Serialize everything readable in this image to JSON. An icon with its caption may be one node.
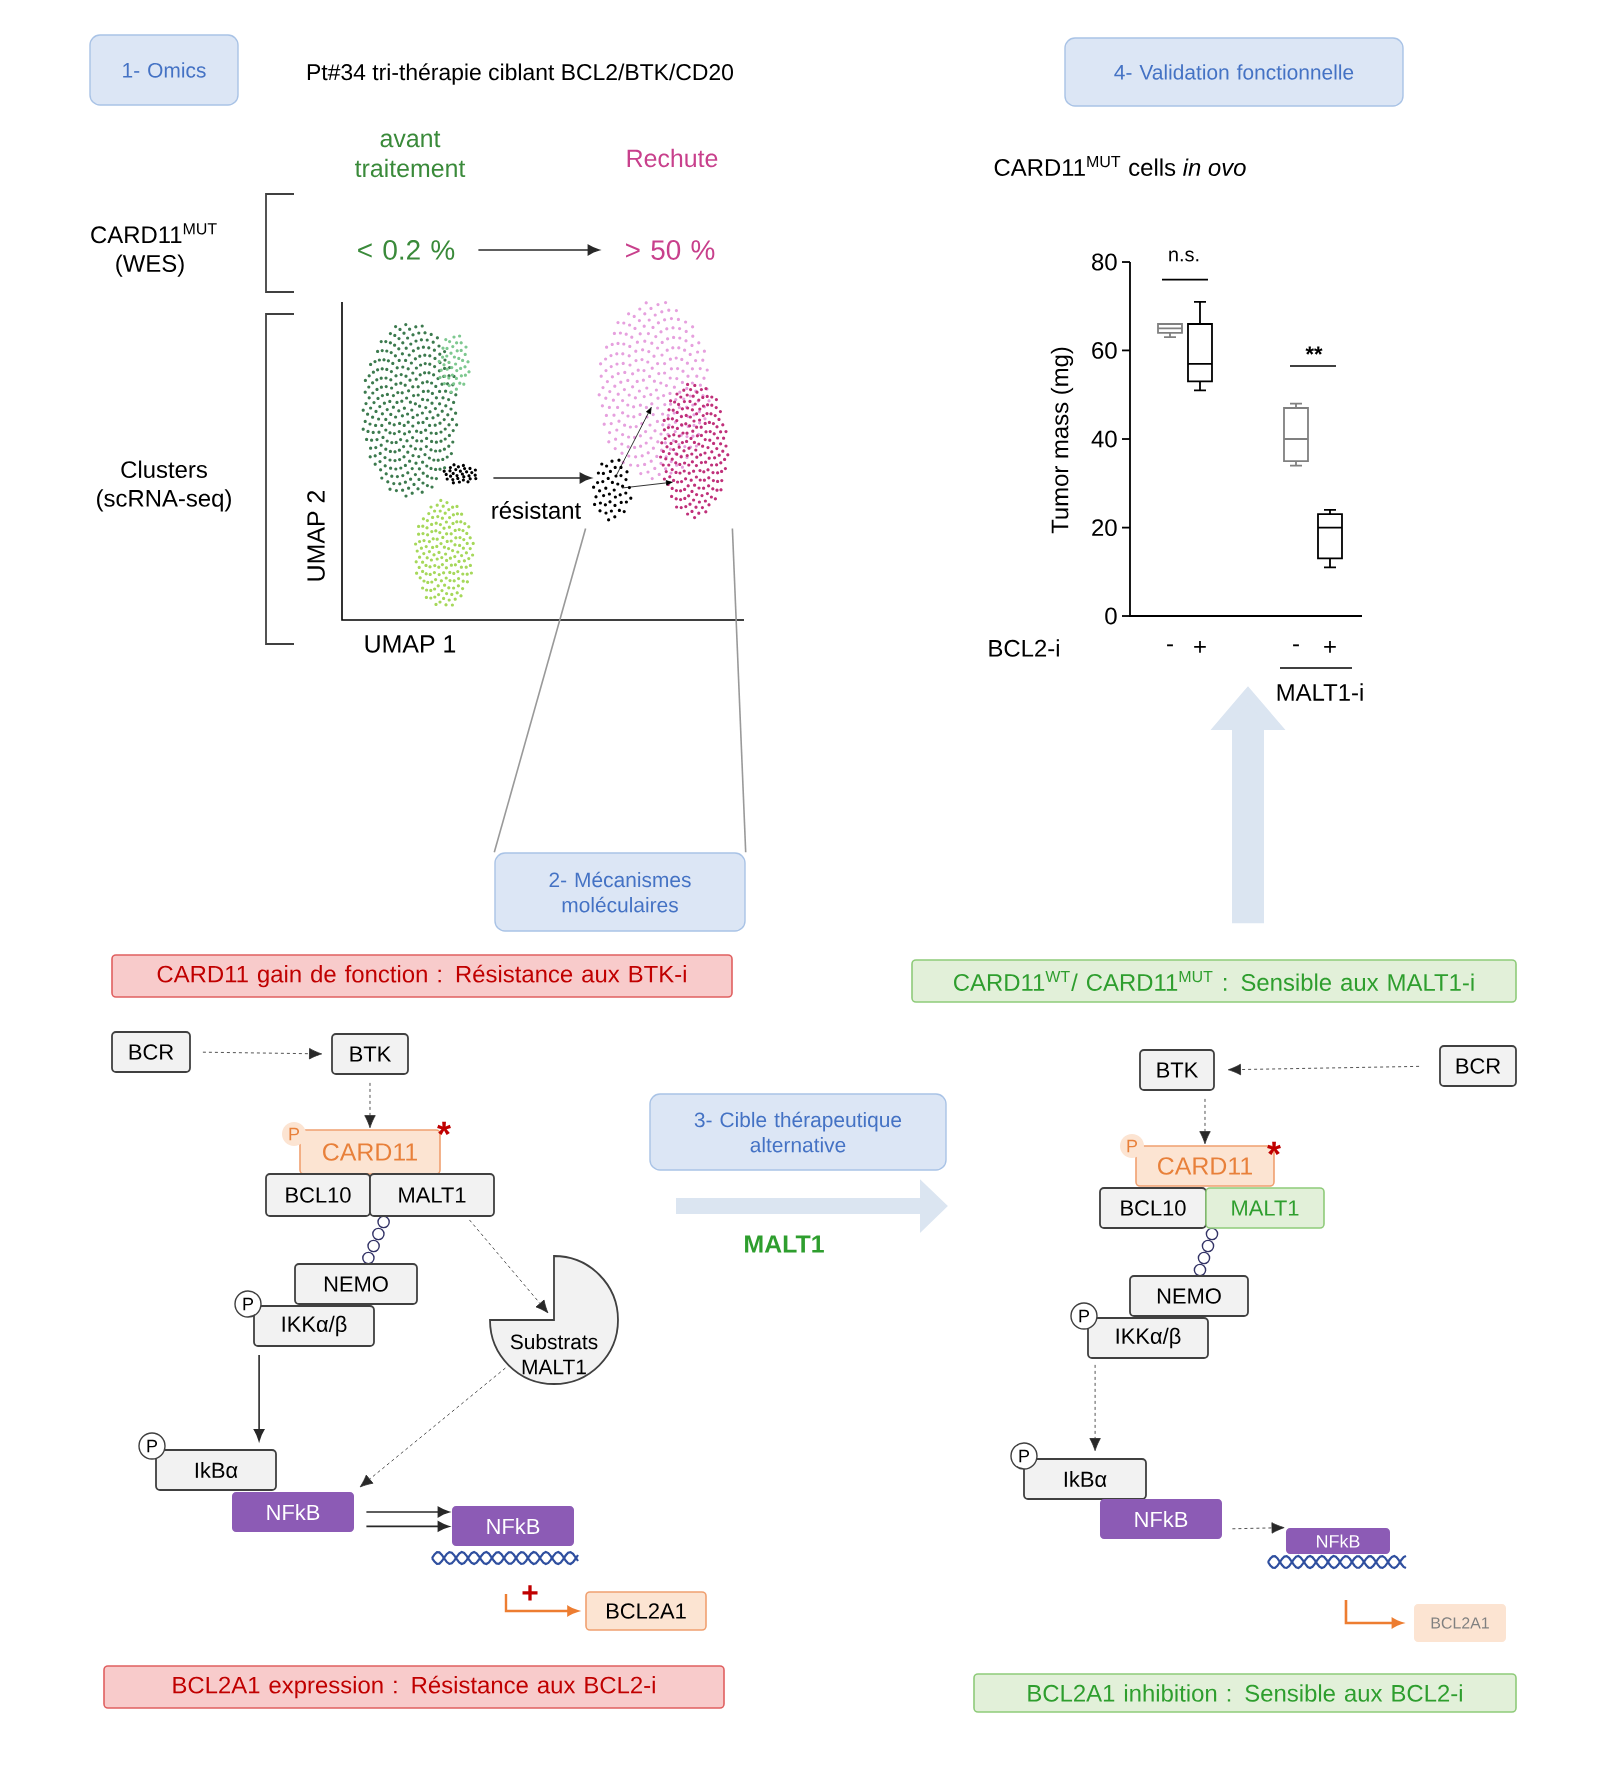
{
  "diagram": {
    "nodes": [
      {
        "text": [
          "1- Omics"
        ]
      },
      {
        "text": [
          "< 0.2 %"
        ]
      },
      {
        "text": [
          "> 50 %"
        ]
      },
      {
        "text": [],
        "shape": "picture"
      },
      {
        "text": [
          "4- Validation fonctionnelle"
        ]
      },
      {
        "text": [
          "2- Mécanismes moléculaires"
        ]
      },
      {
        "text": [
          "CARD11 gain de fonction : Résistance aux BTK-i"
        ]
      },
      {
        "text": [
          "BCR"
        ]
      },
      {
        "text": [
          "BTK"
        ]
      },
      {
        "text": [
          "CARD11"
        ]
      },
      {
        "text": [
          "P"
        ]
      },
      {
        "text": [
          "BCL10"
        ]
      },
      {
        "text": [
          "MALT1"
        ]
      },
      {
        "text": [
          "NEMO"
        ]
      },
      {
        "text": [
          "P"
        ]
      },
      {
        "text": [
          "IKKα/β"
        ]
      },
      {
        "text": [
          "Substrats MALT1"
        ]
      },
      {
        "text": [
          "P"
        ]
      },
      {
        "text": [
          "IkBα"
        ]
      },
      {
        "text": [
          "NFkB"
        ]
      },
      {
        "text": [
          "NFkB"
        ]
      },
      {
        "text": [
          "BCL2A1"
        ]
      },
      {
        "text": [
          "BCL2A1 expression : Résistance aux BCL2-i"
        ]
      },
      {
        "text": [
          "3- Cible thérapeutique alternative"
        ]
      },
      {
        "text": [
          "CARD11$^{WT}$/ CARD11$^{MUT}$ : Sensible aux MALT1-i"
        ]
      },
      {
        "text": [
          "BTK"
        ]
      },
      {
        "text": [
          "BCR"
        ]
      },
      {
        "text": [
          "CARD11"
        ]
      },
      {
        "text": [
          "P"
        ]
      },
      {
        "text": [
          "BCL10"
        ]
      },
      {
        "text": [
          "MALT1"
        ]
      },
      {
        "text": [
          "NEMO"
        ]
      },
      {
        "text": [
          "P"
        ]
      },
      {
        "text": [
          "IKKα/β"
        ]
      },
      {
        "text": [
          "P"
        ]
      },
      {
        "text": [
          "IkBα"
        ]
      },
      {
        "text": [
          "NFkB"
        ]
      },
      {
        "text": [
          "NFkB"
        ]
      },
      {
        "text": [
          "BCL2A1"
        ]
      },
      {
        "text": [
          "BCL2A1 inhibition : Sensible aux BCL2-i"
        ]
      },
      {
        "text": [],
        "shape": "picture"
      }
    ],
    "edges": [
      {
        "from": 1,
        "to": 2,
        "arrow": "to"
      },
      {
        "from": 3,
        "to": 40,
        "arrow": "to",
        "label": "résistant"
      },
      {
        "from": 40,
        "to": 5,
        "arrow": "none",
        "color": "#999999"
      },
      {
        "from": 40,
        "to": 5,
        "arrow": "none",
        "color": "#999999"
      },
      {
        "from": 7,
        "to": 8,
        "arrow": "to",
        "style": "dashed"
      },
      {
        "from": 8,
        "to": 9,
        "arrow": "to",
        "style": "dashed"
      },
      {
        "from": 12,
        "to": 16,
        "arrow": "to",
        "style": "dashed"
      },
      {
        "from": 15,
        "to": 18,
        "arrow": "to"
      },
      {
        "from": 16,
        "to": 19,
        "arrow": "to",
        "style": "dashed"
      },
      {
        "from": 19,
        "to": 20,
        "arrow": "to"
      },
      {
        "from": 19,
        "to": 20,
        "arrow": "to"
      },
      {
        "from": null,
        "to": 21,
        "arrow": "to",
        "color": "#ed7d31",
        "label": "+"
      },
      {
        "from": 26,
        "to": 25,
        "arrow": "to",
        "style": "dashed"
      },
      {
        "from": 25,
        "to": 27,
        "arrow": "to",
        "style": "dashed"
      },
      {
        "from": 33,
        "to": 35,
        "arrow": "to",
        "style": "dashed"
      },
      {
        "from": 36,
        "to": 37,
        "arrow": "to",
        "style": "dashed"
      },
      {
        "from": null,
        "to": 38,
        "arrow": "to",
        "color": "#ed7d31"
      },
      {
        "from": 24,
        "to": null,
        "arrow": "to",
        "style": "thick",
        "color": "#dbe5f1"
      }
    ],
    "labels": [
      "Pt#34 tri-thérapie ciblant BCL2/BTK/CD20",
      "avant traitement",
      "Rechute",
      "CARD11$^{MUT}$ (WES)",
      "Clusters (scRNA-seq)",
      "UMAP 2",
      "UMAP 1",
      "CARD11$^{MUT}$ cells *in ovo*",
      "80",
      "60",
      "40",
      "20",
      "0",
      "Tumor mass (mg)",
      "n.s.",
      "**",
      "BCL2-i",
      "-",
      "+",
      "-",
      "+",
      "MALT1-i",
      "*",
      "MALT1",
      "*"
    ]
  }
}
